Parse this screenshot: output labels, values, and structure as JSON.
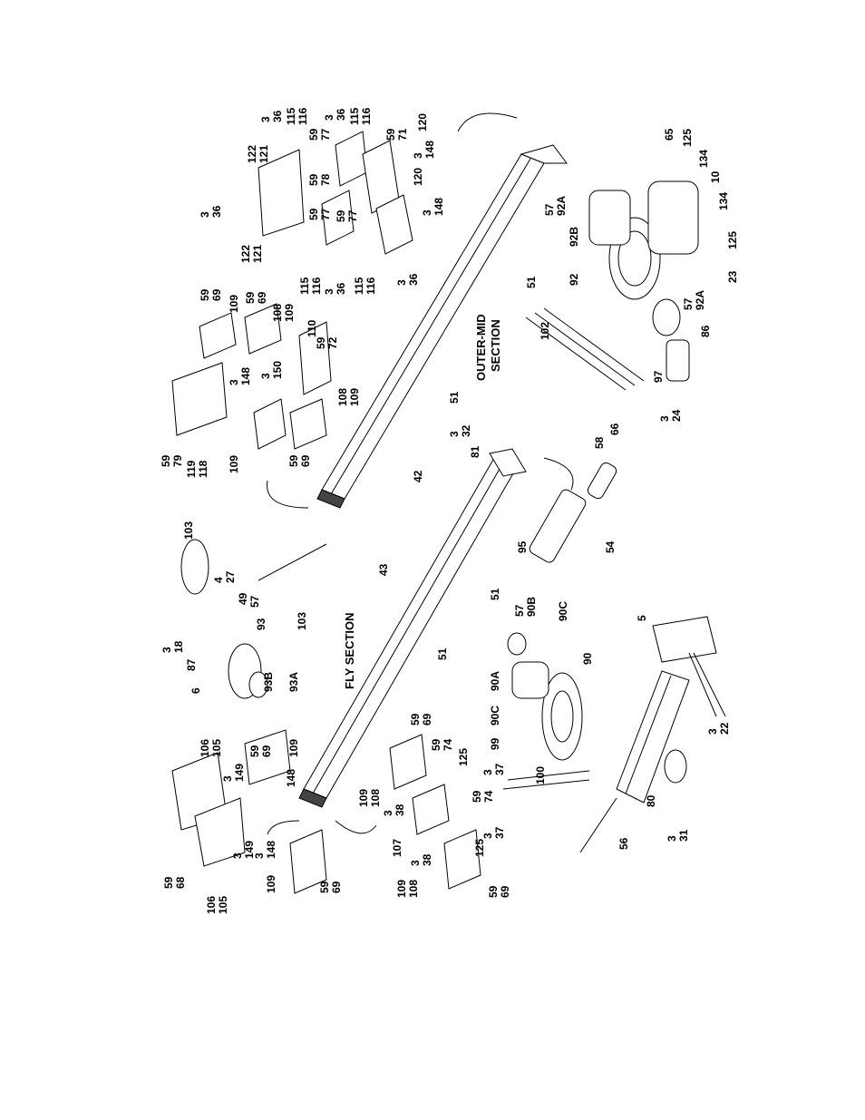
{
  "sections": {
    "fly": "FLY SECTION",
    "outer_mid_1": "OUTER-MID",
    "outer_mid_2": "SECTION"
  },
  "labels": [
    {
      "id": "l1",
      "a": "122",
      "b": "121"
    },
    {
      "id": "l2",
      "a": "3",
      "b": "36"
    },
    {
      "id": "l3",
      "a": "115",
      "b": "116"
    },
    {
      "id": "l4",
      "a": "59",
      "b": "77"
    },
    {
      "id": "l5",
      "a": "3",
      "b": "36"
    },
    {
      "id": "l6",
      "a": "115",
      "b": "116"
    },
    {
      "id": "l7",
      "a": "59",
      "b": "71"
    },
    {
      "id": "l8",
      "a": "120"
    },
    {
      "id": "l9",
      "a": "3",
      "b": "148"
    },
    {
      "id": "l10",
      "a": "59",
      "b": "78"
    },
    {
      "id": "l11",
      "a": "3",
      "b": "36"
    },
    {
      "id": "l12",
      "a": "59",
      "b": "77"
    },
    {
      "id": "l13",
      "a": "122",
      "b": "121"
    },
    {
      "id": "l14",
      "a": "59",
      "b": "77"
    },
    {
      "id": "l15",
      "a": "120"
    },
    {
      "id": "l16",
      "a": "3",
      "b": "148"
    },
    {
      "id": "l17",
      "a": "115",
      "b": "116"
    },
    {
      "id": "l18",
      "a": "3",
      "b": "36"
    },
    {
      "id": "l19",
      "a": "115",
      "b": "116"
    },
    {
      "id": "l20",
      "a": "3",
      "b": "36"
    },
    {
      "id": "l21",
      "a": "65"
    },
    {
      "id": "l22",
      "a": "125"
    },
    {
      "id": "l23",
      "a": "134"
    },
    {
      "id": "l24",
      "a": "10"
    },
    {
      "id": "l25",
      "a": "134"
    },
    {
      "id": "l26",
      "a": "125"
    },
    {
      "id": "l27",
      "a": "23"
    },
    {
      "id": "l28",
      "a": "57",
      "b": "92A"
    },
    {
      "id": "l29",
      "a": "92B"
    },
    {
      "id": "l30",
      "a": "92"
    },
    {
      "id": "l31",
      "a": "51"
    },
    {
      "id": "l32",
      "a": "57",
      "b": "92A"
    },
    {
      "id": "l33",
      "a": "86"
    },
    {
      "id": "l34",
      "a": "102"
    },
    {
      "id": "l35",
      "a": "97"
    },
    {
      "id": "l36",
      "a": "3",
      "b": "24"
    },
    {
      "id": "l37",
      "a": "66"
    },
    {
      "id": "l38",
      "a": "58"
    },
    {
      "id": "l39",
      "a": "59",
      "b": "69"
    },
    {
      "id": "l40",
      "a": "109"
    },
    {
      "id": "l41",
      "a": "59",
      "b": "69"
    },
    {
      "id": "l42",
      "a": "108",
      "b": "109"
    },
    {
      "id": "l43",
      "a": "110"
    },
    {
      "id": "l44",
      "a": "59",
      "b": "72"
    },
    {
      "id": "l45",
      "a": "3",
      "b": "150"
    },
    {
      "id": "l46",
      "a": "3",
      "b": "148"
    },
    {
      "id": "l47",
      "a": "108",
      "b": "109"
    },
    {
      "id": "l48",
      "a": "59",
      "b": "79"
    },
    {
      "id": "l49",
      "a": "119",
      "b": "118"
    },
    {
      "id": "l50",
      "a": "109"
    },
    {
      "id": "l51",
      "a": "59",
      "b": "69"
    },
    {
      "id": "l52",
      "a": "51"
    },
    {
      "id": "l53",
      "a": "3",
      "b": "32"
    },
    {
      "id": "l54",
      "a": "81"
    },
    {
      "id": "l55",
      "a": "42"
    },
    {
      "id": "l56",
      "a": "103"
    },
    {
      "id": "l57",
      "a": "4",
      "b": "27"
    },
    {
      "id": "l58",
      "a": "49"
    },
    {
      "id": "l59",
      "a": "57"
    },
    {
      "id": "l60",
      "a": "93"
    },
    {
      "id": "l61",
      "a": "103"
    },
    {
      "id": "l62",
      "a": "3",
      "b": "18"
    },
    {
      "id": "l63",
      "a": "87"
    },
    {
      "id": "l64",
      "a": "6"
    },
    {
      "id": "l65",
      "a": "93B"
    },
    {
      "id": "l66",
      "a": "93A"
    },
    {
      "id": "l67",
      "a": "43"
    },
    {
      "id": "l68",
      "a": "95"
    },
    {
      "id": "l69",
      "a": "54"
    },
    {
      "id": "l70",
      "a": "51"
    },
    {
      "id": "l71",
      "a": "57",
      "b": "90B"
    },
    {
      "id": "l72",
      "a": "90C"
    },
    {
      "id": "l73",
      "a": "90A"
    },
    {
      "id": "l74",
      "a": "90"
    },
    {
      "id": "l75",
      "a": "90C"
    },
    {
      "id": "l76",
      "a": "99"
    },
    {
      "id": "l77",
      "a": "100"
    },
    {
      "id": "l78",
      "a": "51"
    },
    {
      "id": "l79",
      "a": "5"
    },
    {
      "id": "l80",
      "a": "3",
      "b": "22"
    },
    {
      "id": "l81",
      "a": "80"
    },
    {
      "id": "l82",
      "a": "3",
      "b": "31"
    },
    {
      "id": "l83",
      "a": "56"
    },
    {
      "id": "l84",
      "a": "106",
      "b": "105"
    },
    {
      "id": "l85",
      "a": "3",
      "b": "149"
    },
    {
      "id": "l86",
      "a": "59",
      "b": "69"
    },
    {
      "id": "l87",
      "a": "109"
    },
    {
      "id": "l88",
      "a": "148"
    },
    {
      "id": "l89",
      "a": "59",
      "b": "68"
    },
    {
      "id": "l90",
      "a": "106",
      "b": "105"
    },
    {
      "id": "l91",
      "a": "3",
      "b": "149"
    },
    {
      "id": "l92",
      "a": "3",
      "b": "148"
    },
    {
      "id": "l93",
      "a": "109"
    },
    {
      "id": "l94",
      "a": "59",
      "b": "69"
    },
    {
      "id": "l95",
      "a": "59",
      "b": "69"
    },
    {
      "id": "l96",
      "a": "59",
      "b": "74"
    },
    {
      "id": "l97",
      "a": "125"
    },
    {
      "id": "l98",
      "a": "3",
      "b": "37"
    },
    {
      "id": "l99",
      "a": "109",
      "b": "108"
    },
    {
      "id": "l100",
      "a": "3",
      "b": "38"
    },
    {
      "id": "l101",
      "a": "59",
      "b": "74"
    },
    {
      "id": "l102",
      "a": "107"
    },
    {
      "id": "l103",
      "a": "3",
      "b": "37"
    },
    {
      "id": "l104",
      "a": "3",
      "b": "38"
    },
    {
      "id": "l105",
      "a": "125"
    },
    {
      "id": "l106",
      "a": "109",
      "b": "108"
    },
    {
      "id": "l107",
      "a": "59",
      "b": "69"
    }
  ]
}
